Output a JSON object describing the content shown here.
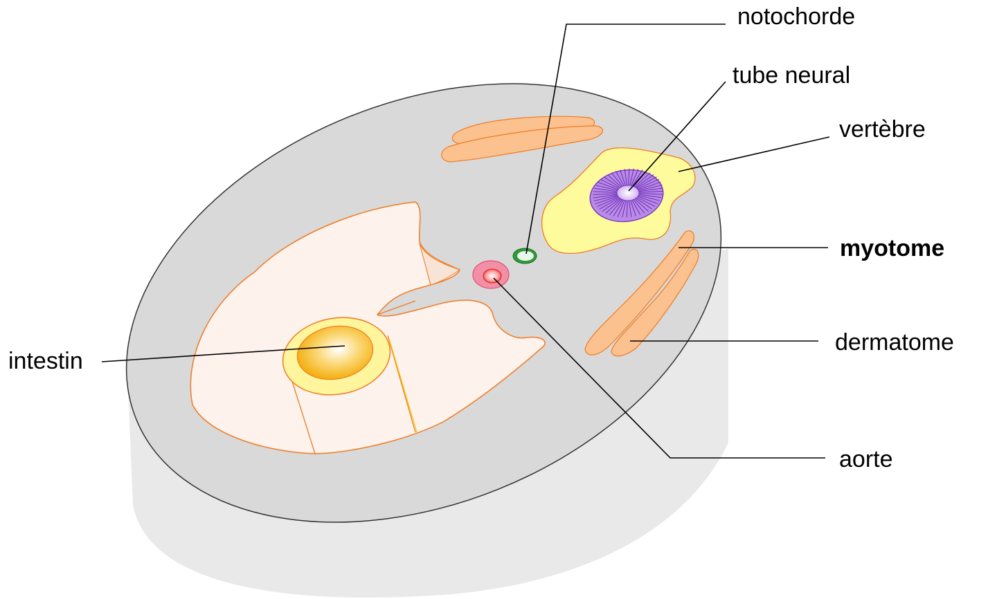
{
  "labels": {
    "notochorde": "notochorde",
    "tube_neural": "tube neural",
    "vertebre": "vertèbre",
    "myotome": "myotome",
    "dermatome": "dermatome",
    "intestin": "intestin",
    "aorte": "aorte"
  },
  "colors": {
    "background": "#ffffff",
    "section_top": "#d9d9d9",
    "section_side": "#e9e9e9",
    "outline": "#333333",
    "cavity_fill": "#fdf2ec",
    "tissue_outline": "#f07a22",
    "somite_fill": "#fbc18f",
    "vertebra_fill": "#fefb9c",
    "neural_tube": "#9a55d6",
    "notochord": "#2e9a3c",
    "aorta": "#f28fa6",
    "intestine_ring": "#fef59c",
    "intestine_core": "#f2a900",
    "leader_line": "#000000"
  }
}
